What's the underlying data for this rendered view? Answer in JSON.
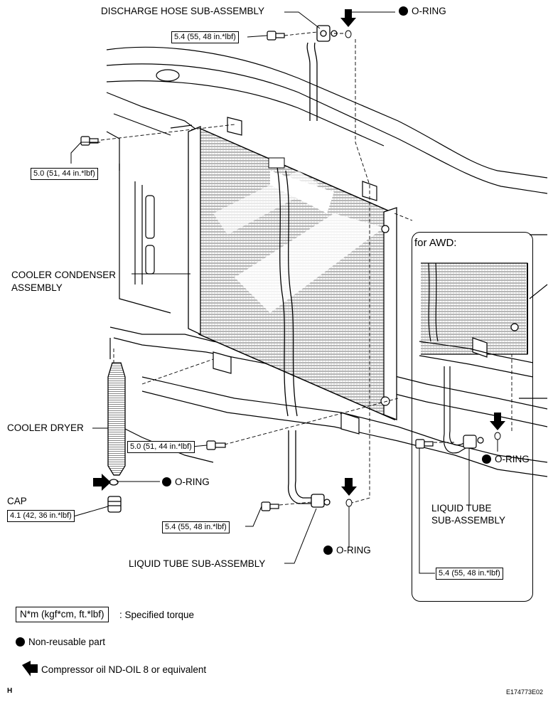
{
  "labels": {
    "discharge_hose": "DISCHARGE HOSE SUB-ASSEMBLY",
    "o_ring": "O-RING",
    "cooler_condenser_1": "COOLER CONDENSER",
    "cooler_condenser_2": "ASSEMBLY",
    "cooler_dryer": "COOLER DRYER",
    "cap": "CAP",
    "liquid_tube": "LIQUID TUBE SUB-ASSEMBLY",
    "awd_title": "for AWD:",
    "awd_liquid_tube_1": "LIQUID TUBE",
    "awd_liquid_tube_2": "SUB-ASSEMBLY"
  },
  "torques": {
    "discharge_hose_bolt": "5.4 (55, 48 in.*lbf)",
    "condenser_upper_bolt": "5.0 (51, 44 in.*lbf)",
    "condenser_lower_bolt": "5.0 (51, 44 in.*lbf)",
    "cap": "4.1 (42, 36 in.*lbf)",
    "liquid_tube_bolt": "5.4 (55, 48 in.*lbf)",
    "awd_liquid_tube_bolt": "5.4 (55, 48 in.*lbf)"
  },
  "legend": {
    "torque_box": "N*m (kgf*cm, ft.*lbf)",
    "torque_text": ": Specified torque",
    "nonreusable_text": "Non-reusable part",
    "oil_text": "Compressor oil ND-OIL 8 or equivalent"
  },
  "footer": {
    "left_code": "H",
    "right_code": "E174773E02"
  },
  "icons": [
    "solid-dot-icon",
    "left-arrow-icon",
    "down-arrow-icon",
    "right-arrow-icon"
  ]
}
